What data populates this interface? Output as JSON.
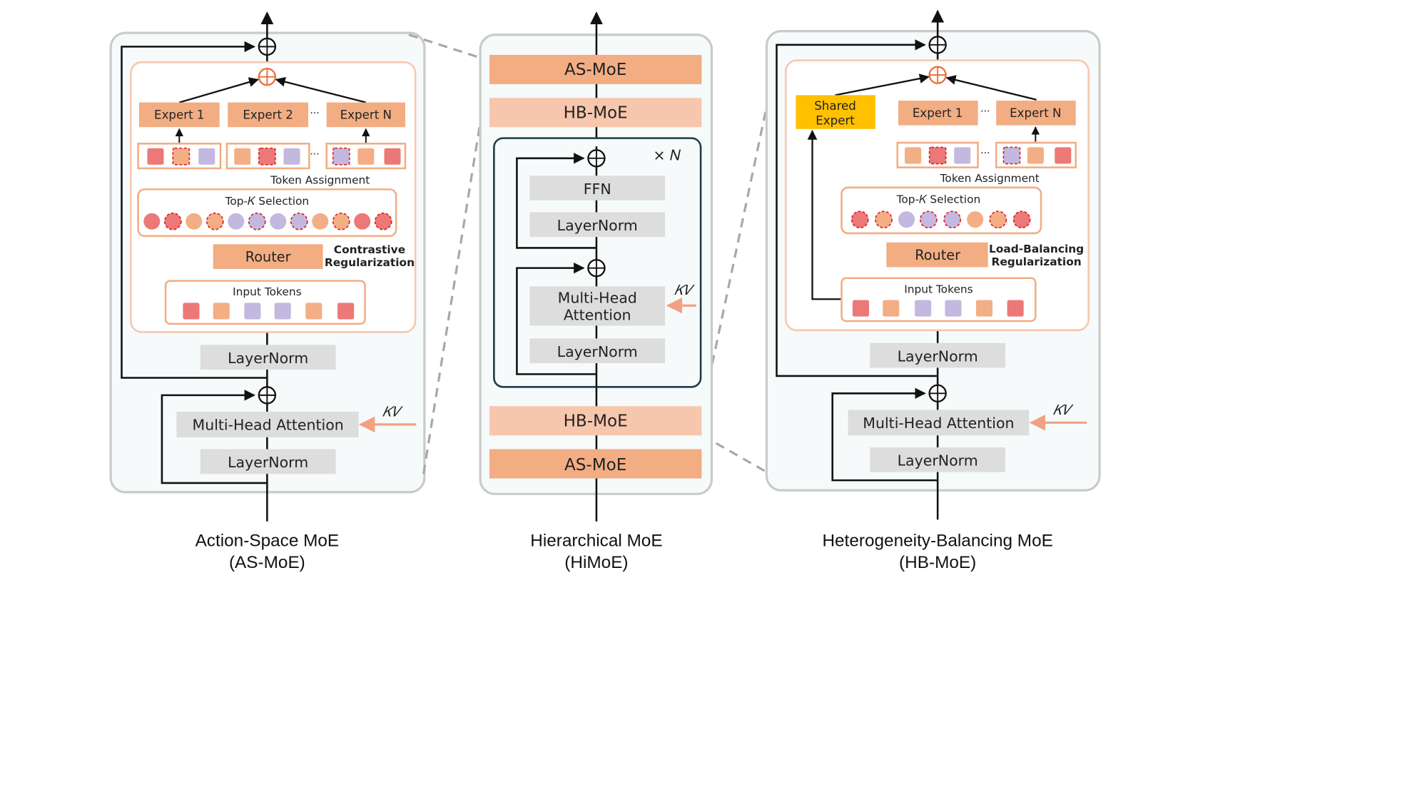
{
  "colors": {
    "panel_bg": "#f6fafb",
    "panel_border": "#c9cbc8",
    "orange_dark": "#f2ad83",
    "orange_light": "#f7c7ad",
    "gray_box": "#dddddd",
    "token_red": "#ec7878",
    "token_orange": "#f3ae86",
    "token_purple": "#c3b8e0",
    "shared_expert": "#ffc000",
    "kv_arrow": "#f0a283",
    "line": "#111111"
  },
  "left": {
    "caption_line1": "Action-Space MoE",
    "caption_line2": "(AS-MoE)",
    "expert1": "Expert 1",
    "expert2": "Expert 2",
    "expertN": "Expert N",
    "ellipsis": "···",
    "token_assignment": "Token Assignment",
    "topk": "Top-𝐾 Selection",
    "router": "Router",
    "reg_line1": "Contrastive",
    "reg_line2": "Regularization",
    "input_tokens": "Input Tokens",
    "layernorm_top": "LayerNorm",
    "mha": "Multi-Head Attention",
    "layernorm_bottom": "LayerNorm",
    "kv": "𝐾𝑉"
  },
  "middle": {
    "caption_line1": "Hierarchical MoE",
    "caption_line2": "(HiMoE)",
    "as_moe_top": "AS-MoE",
    "hb_moe_top": "HB-MoE",
    "repeat": "× 𝑁",
    "ffn": "FFN",
    "layernorm1": "LayerNorm",
    "mha_line1": "Multi-Head",
    "mha_line2": "Attention",
    "kv": "𝐾𝑉",
    "layernorm2": "LayerNorm",
    "hb_moe_bottom": "HB-MoE",
    "as_moe_bottom": "AS-MoE"
  },
  "right": {
    "caption_line1": "Heterogeneity-Balancing MoE",
    "caption_line2": "(HB-MoE)",
    "shared_line1": "Shared",
    "shared_line2": "Expert",
    "expert1": "Expert 1",
    "expertN": "Expert N",
    "ellipsis": "···",
    "token_assignment": "Token Assignment",
    "topk": "Top-𝐾 Selection",
    "router": "Router",
    "reg_line1": "Load-Balancing",
    "reg_line2": "Regularization",
    "input_tokens": "Input Tokens",
    "layernorm_top": "LayerNorm",
    "mha": "Multi-Head Attention",
    "layernorm_bottom": "LayerNorm",
    "kv": "𝐾𝑉"
  }
}
